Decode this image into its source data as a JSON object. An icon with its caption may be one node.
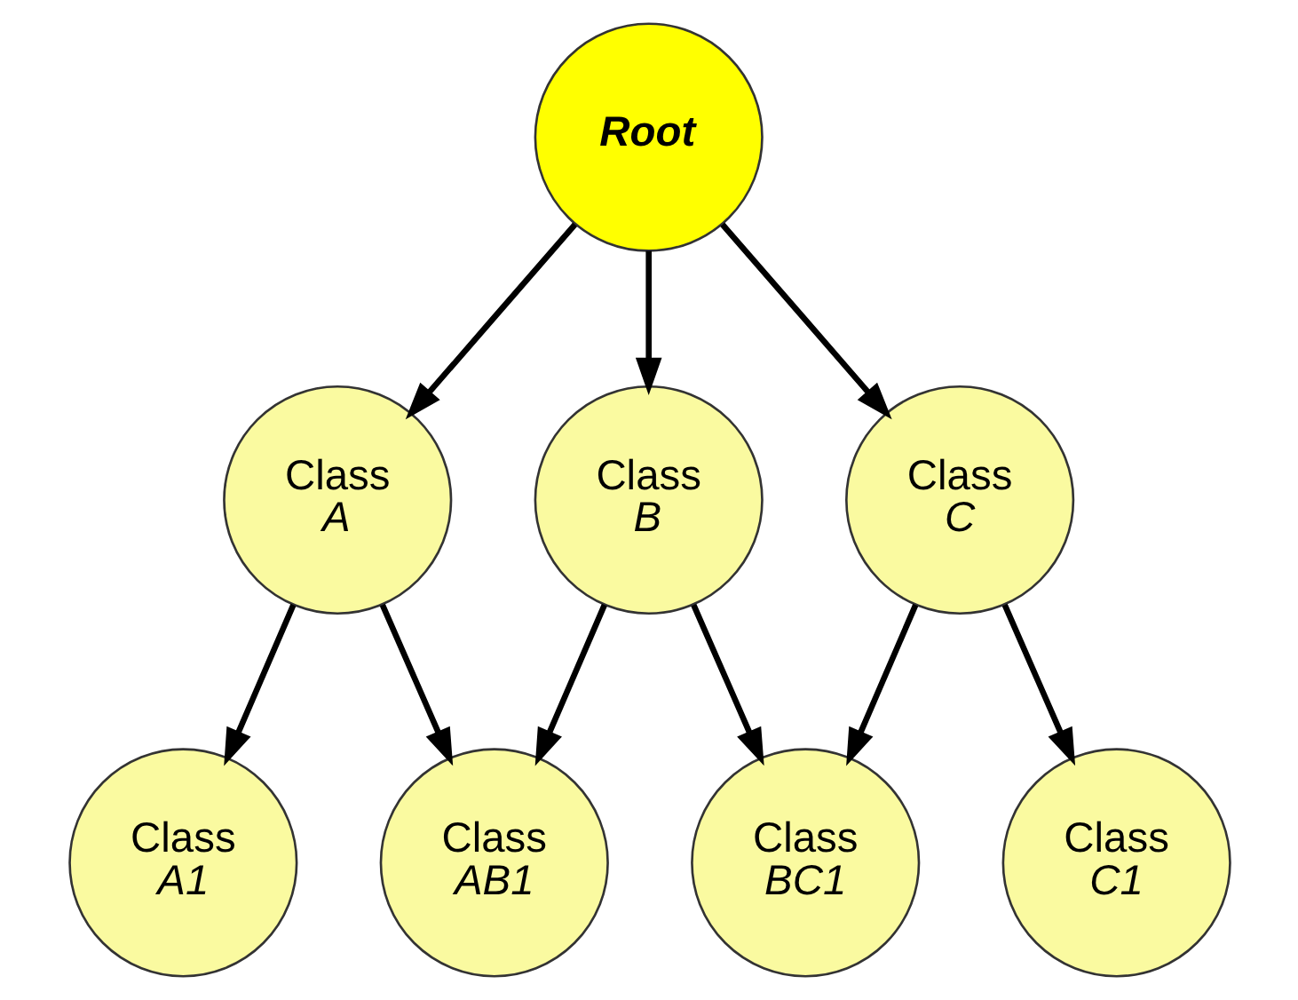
{
  "diagram": {
    "nodes": [
      {
        "text": [
          "Root"
        ]
      },
      {
        "text": [
          "Class",
          "A"
        ]
      },
      {
        "text": [
          "Class",
          "B"
        ]
      },
      {
        "text": [
          "Class",
          "C"
        ]
      },
      {
        "text": [
          "Class",
          "A1"
        ]
      },
      {
        "text": [
          "Class",
          "AB1"
        ]
      },
      {
        "text": [
          "Class",
          "BC1"
        ]
      },
      {
        "text": [
          "Class",
          "C1"
        ]
      }
    ],
    "edges": [
      {
        "from": 0,
        "to": 1,
        "arrow": "to"
      },
      {
        "from": 0,
        "to": 2,
        "arrow": "to"
      },
      {
        "from": 0,
        "to": 3,
        "arrow": "to"
      },
      {
        "from": 1,
        "to": 4,
        "arrow": "to"
      },
      {
        "from": 1,
        "to": 5,
        "arrow": "to"
      },
      {
        "from": 2,
        "to": 5,
        "arrow": "to"
      },
      {
        "from": 2,
        "to": 6,
        "arrow": "to"
      },
      {
        "from": 3,
        "to": 6,
        "arrow": "to"
      },
      {
        "from": 3,
        "to": 7,
        "arrow": "to"
      }
    ]
  }
}
